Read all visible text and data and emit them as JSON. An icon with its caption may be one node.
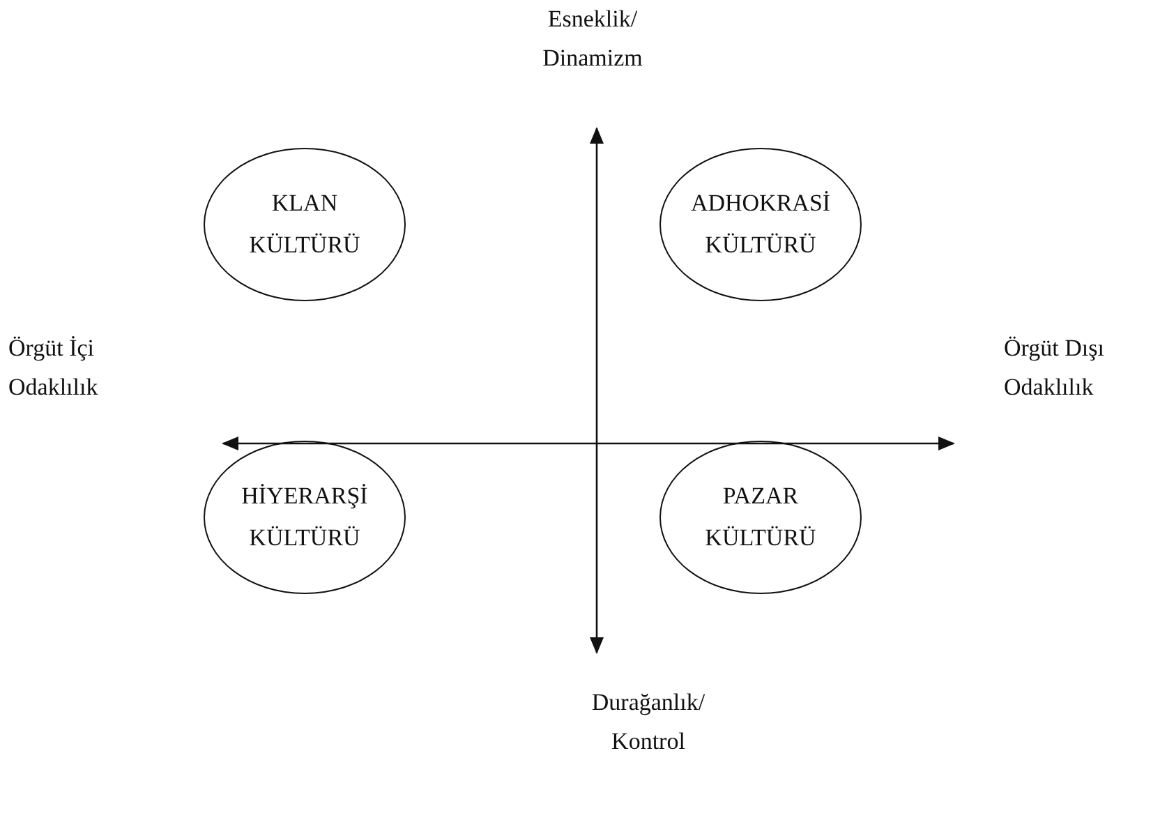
{
  "diagram": {
    "nodes": [
      {
        "text": [
          "KLAN KÜLTÜRÜ"
        ]
      },
      {
        "text": [
          "ADHOKRASİ KÜLTÜRÜ"
        ]
      },
      {
        "text": [
          "HİYERARŞİ KÜLTÜRÜ"
        ]
      },
      {
        "text": [
          "PAZAR KÜLTÜRÜ"
        ]
      }
    ],
    "edges": [],
    "labels": [
      "Esneklik/ Dinamizm",
      "Örgüt İçi Odaklılık",
      "Örgüt Dışı Odaklılık",
      "Durağanlık/ Kontrol"
    ]
  }
}
